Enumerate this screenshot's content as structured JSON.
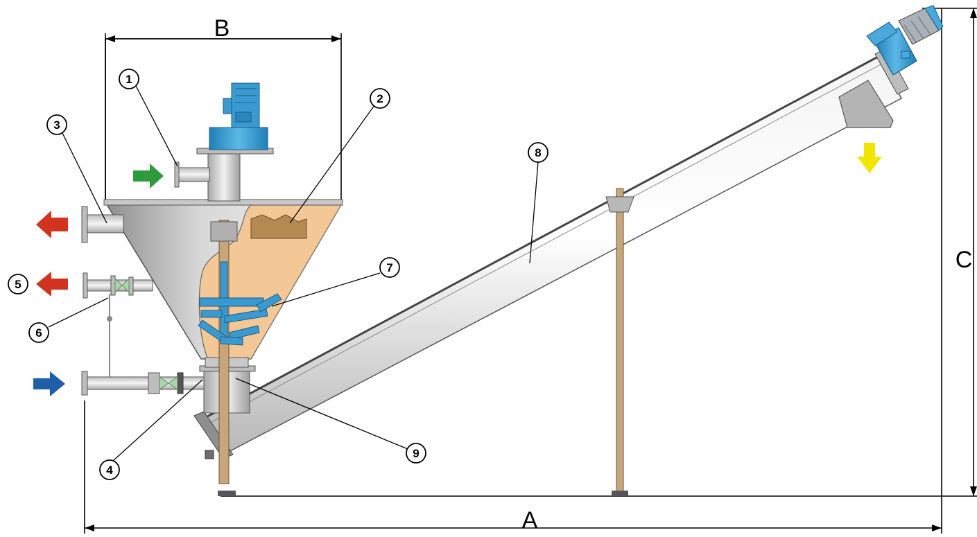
{
  "dimensions": {
    "width_label": "A",
    "hopper_width_label": "B",
    "height_label": "C"
  },
  "callouts": [
    "1",
    "2",
    "3",
    "4",
    "5",
    "6",
    "7",
    "8",
    "9"
  ],
  "flow_arrows": {
    "inlet_top": {
      "direction": "right",
      "color": "#2e9a3c"
    },
    "outlet_upper": {
      "direction": "left",
      "color": "#d0341f"
    },
    "outlet_middle": {
      "direction": "left",
      "color": "#d0341f"
    },
    "inlet_bottom": {
      "direction": "right",
      "color": "#1f5fa8"
    },
    "discharge": {
      "direction": "down",
      "color": "#f2e600"
    }
  },
  "colors": {
    "steel": "#d4d4d4",
    "steel_dark": "#9a9a9a",
    "product_fill": "#f3c896",
    "motor_blue": "#3a9ad0",
    "support_legs": "#c8a67c"
  }
}
